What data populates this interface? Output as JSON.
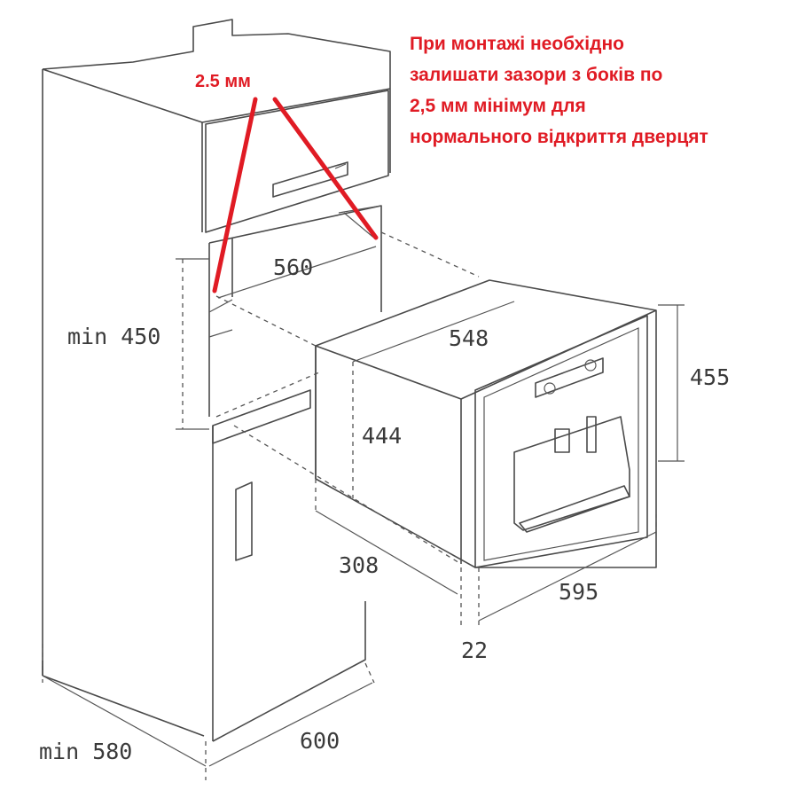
{
  "annotation": {
    "gap_label": "2.5 мм",
    "note_lines": [
      "При монтажі необхідно",
      "залишати зазори з боків по",
      "2,5 мм мінімум для",
      "нормального відкриття дверцят"
    ]
  },
  "dimensions": {
    "niche_width": "560",
    "niche_height": "min 450",
    "appliance_depth": "548",
    "appliance_body_height": "444",
    "appliance_front_height": "455",
    "appliance_body_depth": "308",
    "appliance_front_width": "595",
    "front_offset": "22",
    "cabinet_depth": "min 580",
    "cabinet_width": "600"
  },
  "colors": {
    "annotation_red": "#e01b24",
    "line_gray": "#4a4a4a"
  }
}
